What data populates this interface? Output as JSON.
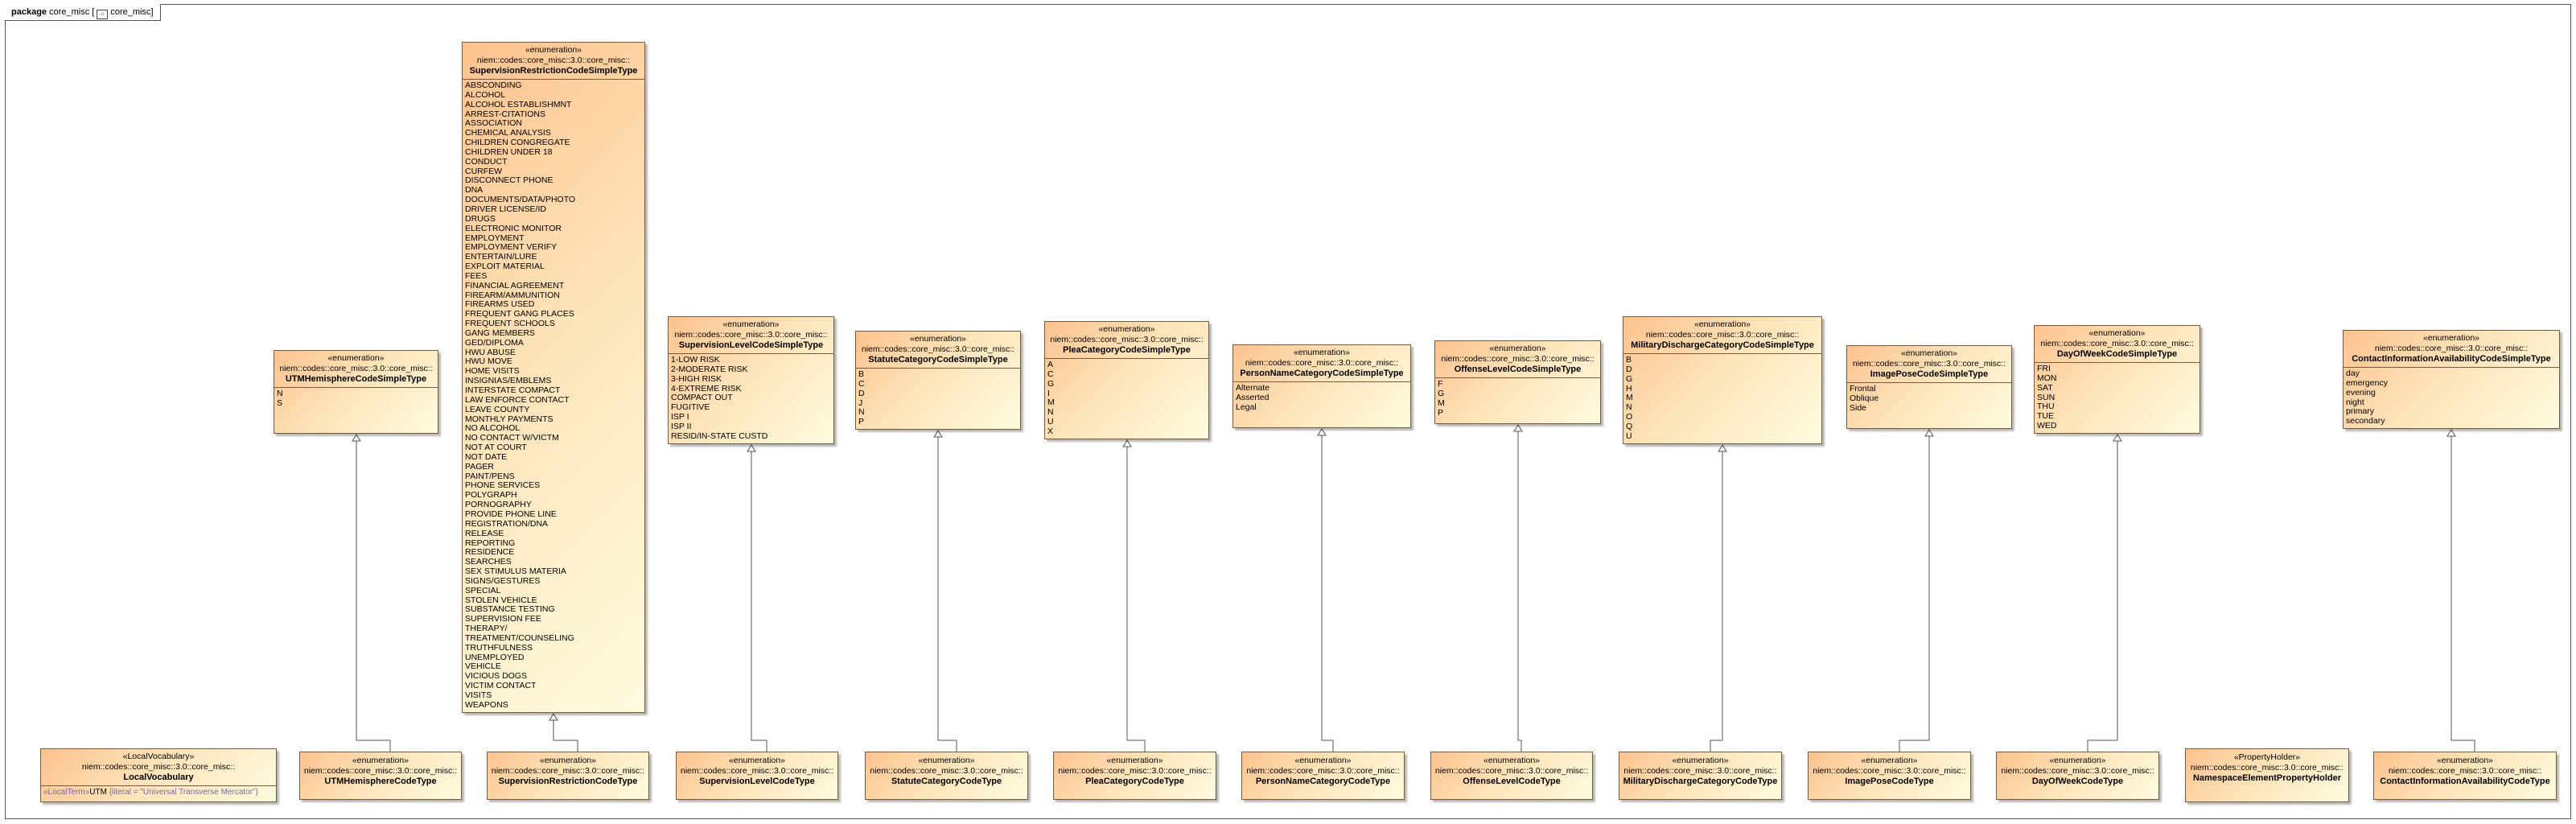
{
  "package": {
    "keyword": "package",
    "name": "core_misc",
    "icon_text": "core_misc"
  },
  "vocabulary": {
    "stereotype": "«LocalVocabulary»",
    "namespace": "niem::codes::core_misc::3.0::core_misc::",
    "name": "LocalVocabulary",
    "attr_stereotype": "«LocalTerm»",
    "attr_name": "UTM",
    "attr_literal": "{literal = \"Universal Transverse Mercator\"}"
  },
  "enumerations": [
    {
      "stereotype": "«enumeration»",
      "namespace": "niem::codes::core_misc::3.0::core_misc::",
      "name": "UTMHemisphereCodeSimpleType",
      "literals": [
        "N",
        "S"
      ]
    },
    {
      "stereotype": "«enumeration»",
      "namespace": "niem::codes::core_misc::3.0::core_misc::",
      "name": "SupervisionRestrictionCodeSimpleType",
      "literals": [
        "ABSCONDING",
        "ALCOHOL",
        "ALCOHOL ESTABLISHMNT",
        "ARREST-CITATIONS",
        "ASSOCIATION",
        "CHEMICAL ANALYSIS",
        "CHILDREN CONGREGATE",
        "CHILDREN UNDER 18",
        "CONDUCT",
        "CURFEW",
        "DISCONNECT PHONE",
        "DNA",
        "DOCUMENTS/DATA/PHOTO",
        "DRIVER LICENSE/ID",
        "DRUGS",
        "ELECTRONIC MONITOR",
        "EMPLOYMENT",
        "EMPLOYMENT VERIFY",
        "ENTERTAIN/LURE",
        "EXPLOIT MATERIAL",
        "FEES",
        "FINANCIAL AGREEMENT",
        "FIREARM/AMMUNITION",
        "FIREARMS USED",
        "FREQUENT GANG PLACES",
        "FREQUENT SCHOOLS",
        "GANG MEMBERS",
        "GED/DIPLOMA",
        "HWU ABUSE",
        "HWU MOVE",
        "HOME VISITS",
        "INSIGNIAS/EMBLEMS",
        "INTERSTATE COMPACT",
        "LAW ENFORCE CONTACT",
        "LEAVE COUNTY",
        "MONTHLY PAYMENTS",
        "NO ALCOHOL",
        "NO CONTACT W/VICTM",
        "NOT AT COURT",
        "NOT DATE",
        "PAGER",
        "PAINT/PENS",
        "PHONE SERVICES",
        "POLYGRAPH",
        "PORNOGRAPHY",
        "PROVIDE PHONE LINE",
        "REGISTRATION/DNA",
        "RELEASE",
        "REPORTING",
        "RESIDENCE",
        "SEARCHES",
        "SEX STIMULUS MATERIA",
        "SIGNS/GESTURES",
        "SPECIAL",
        "STOLEN VEHICLE",
        "SUBSTANCE TESTING",
        "SUPERVISION FEE",
        "THERAPY/",
        "TREATMENT/COUNSELING",
        "TRUTHFULNESS",
        "UNEMPLOYED",
        "VEHICLE",
        "VICIOUS DOGS",
        "VICTIM CONTACT",
        "VISITS",
        "WEAPONS"
      ]
    },
    {
      "stereotype": "«enumeration»",
      "namespace": "niem::codes::core_misc::3.0::core_misc::",
      "name": "SupervisionLevelCodeSimpleType",
      "literals": [
        "1-LOW RISK",
        "2-MODERATE RISK",
        "3-HIGH RISK",
        "4-EXTREME RISK",
        "COMPACT OUT",
        "FUGITIVE",
        "ISP I",
        "ISP II",
        "RESID/IN-STATE CUSTD"
      ]
    },
    {
      "stereotype": "«enumeration»",
      "namespace": "niem::codes::core_misc::3.0::core_misc::",
      "name": "StatuteCategoryCodeSimpleType",
      "literals": [
        "B",
        "C",
        "D",
        "J",
        "N",
        "P"
      ]
    },
    {
      "stereotype": "«enumeration»",
      "namespace": "niem::codes::core_misc::3.0::core_misc::",
      "name": "PleaCategoryCodeSimpleType",
      "literals": [
        "A",
        "C",
        "G",
        "I",
        "M",
        "N",
        "U",
        "X"
      ]
    },
    {
      "stereotype": "«enumeration»",
      "namespace": "niem::codes::core_misc::3.0::core_misc::",
      "name": "PersonNameCategoryCodeSimpleType",
      "literals": [
        "Alternate",
        "Asserted",
        "Legal"
      ]
    },
    {
      "stereotype": "«enumeration»",
      "namespace": "niem::codes::core_misc::3.0::core_misc::",
      "name": "OffenseLevelCodeSimpleType",
      "literals": [
        "F",
        "G",
        "M",
        "P"
      ]
    },
    {
      "stereotype": "«enumeration»",
      "namespace": "niem::codes::core_misc::3.0::core_misc::",
      "name": "MilitaryDischargeCategoryCodeSimpleType",
      "literals": [
        "B",
        "D",
        "G",
        "H",
        "M",
        "N",
        "O",
        "Q",
        "U"
      ]
    },
    {
      "stereotype": "«enumeration»",
      "namespace": "niem::codes::core_misc::3.0::core_misc::",
      "name": "ImagePoseCodeSimpleType",
      "literals": [
        "Frontal",
        "Oblique",
        "Side"
      ]
    },
    {
      "stereotype": "«enumeration»",
      "namespace": "niem::codes::core_misc::3.0::core_misc::",
      "name": "DayOfWeekCodeSimpleType",
      "literals": [
        "FRI",
        "MON",
        "SAT",
        "SUN",
        "THU",
        "TUE",
        "WED"
      ]
    },
    {
      "stereotype": "«enumeration»",
      "namespace": "niem::codes::core_misc::3.0::core_misc::",
      "name": "ContactInformationAvailabilityCodeSimpleType",
      "literals": [
        "day",
        "emergency",
        "evening",
        "night",
        "primary",
        "secondary"
      ]
    }
  ],
  "code_types": [
    {
      "stereotype": "«enumeration»",
      "namespace": "niem::codes::core_misc::3.0::core_misc::",
      "name": "UTMHemisphereCodeType"
    },
    {
      "stereotype": "«enumeration»",
      "namespace": "niem::codes::core_misc::3.0::core_misc::",
      "name": "SupervisionRestrictionCodeType"
    },
    {
      "stereotype": "«enumeration»",
      "namespace": "niem::codes::core_misc::3.0::core_misc::",
      "name": "SupervisionLevelCodeType"
    },
    {
      "stereotype": "«enumeration»",
      "namespace": "niem::codes::core_misc::3.0::core_misc::",
      "name": "StatuteCategoryCodeType"
    },
    {
      "stereotype": "«enumeration»",
      "namespace": "niem::codes::core_misc::3.0::core_misc::",
      "name": "PleaCategoryCodeType"
    },
    {
      "stereotype": "«enumeration»",
      "namespace": "niem::codes::core_misc::3.0::core_misc::",
      "name": "PersonNameCategoryCodeType"
    },
    {
      "stereotype": "«enumeration»",
      "namespace": "niem::codes::core_misc::3.0::core_misc::",
      "name": "OffenseLevelCodeType"
    },
    {
      "stereotype": "«enumeration»",
      "namespace": "niem::codes::core_misc::3.0::core_misc::",
      "name": "MilitaryDischargeCategoryCodeType"
    },
    {
      "stereotype": "«enumeration»",
      "namespace": "niem::codes::core_misc::3.0::core_misc::",
      "name": "ImagePoseCodeType"
    },
    {
      "stereotype": "«enumeration»",
      "namespace": "niem::codes::core_misc::3.0::core_misc::",
      "name": "DayOfWeekCodeType"
    },
    {
      "stereotype": "«PropertyHolder»",
      "namespace": "niem::codes::core_misc::3.0::core_misc::",
      "name": "NamespaceElementPropertyHolder"
    },
    {
      "stereotype": "«enumeration»",
      "namespace": "niem::codes::core_misc::3.0::core_misc::",
      "name": "ContactInformationAvailabilityCodeType"
    }
  ],
  "colors": {
    "box_start": "#fdc28e",
    "box_end": "#fffce0",
    "border": "#7a5a3a",
    "edge": "#555555"
  }
}
